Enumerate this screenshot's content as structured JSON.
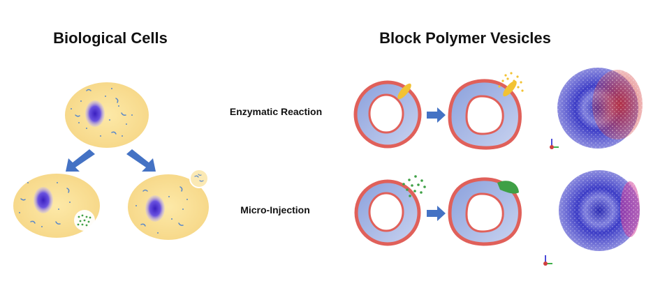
{
  "titles": {
    "left": "Biological Cells",
    "right": "Block Polymer Vesicles"
  },
  "processes": {
    "row1": "Enzymatic Reaction",
    "row2": "Micro-Injection"
  },
  "colors": {
    "cytoplasm": "#f7dc8e",
    "nucleus": "#5a3fd8",
    "arrow": "#4472c4",
    "membrane_outer": "#e0605a",
    "vesicle_core": "#b5c3ea",
    "enzyme": "#f2c233",
    "injected": "#3fa046",
    "sim_blue": "#3e3ec8",
    "sim_red": "#d63a3a"
  }
}
